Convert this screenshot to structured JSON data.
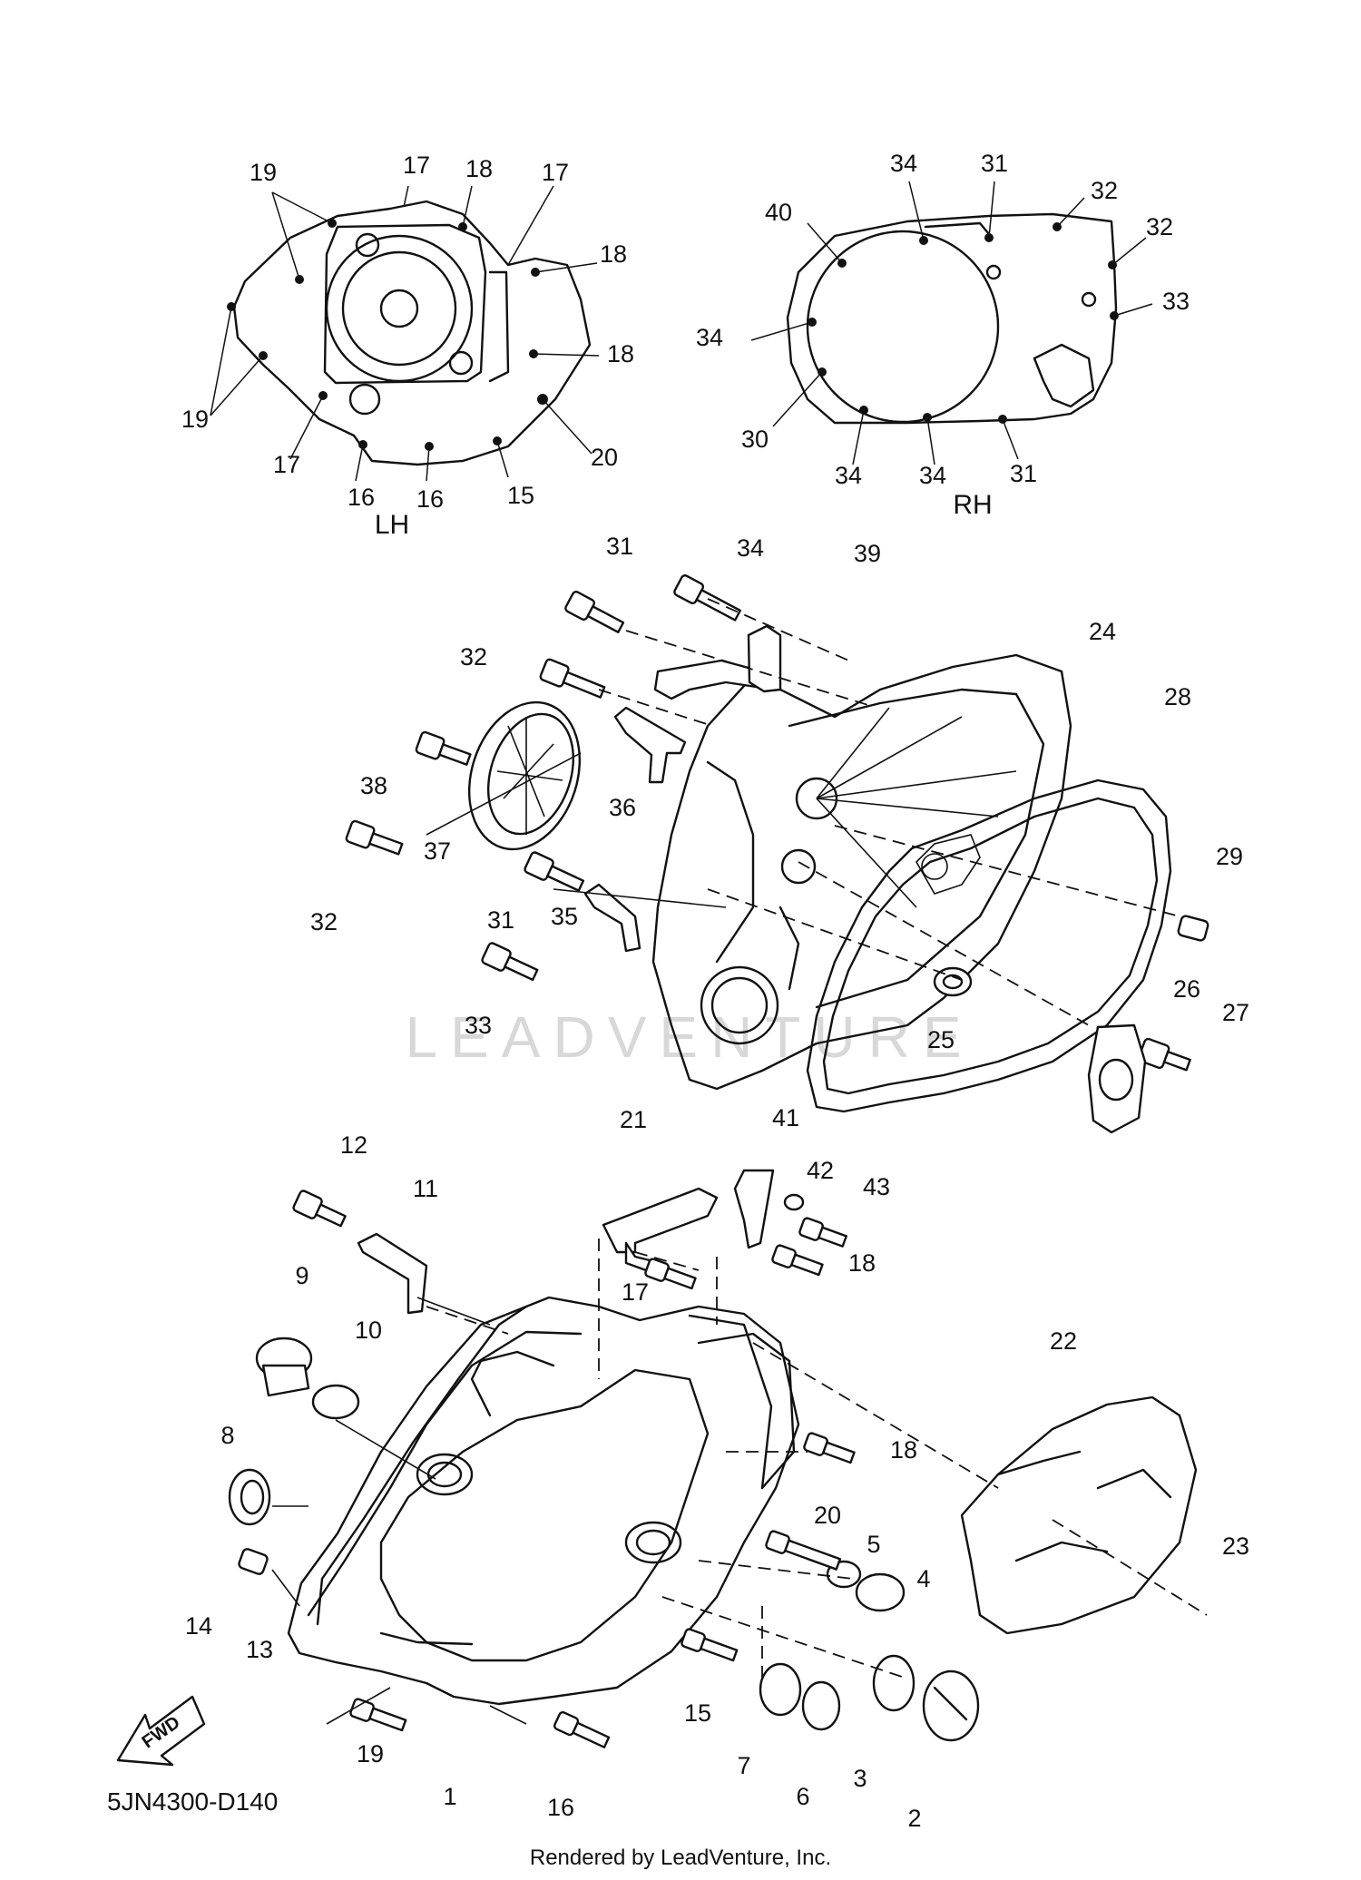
{
  "diagram": {
    "code": "5JN4300-D140",
    "credit": "Rendered by LeadVenture, Inc.",
    "watermark": "LEADVENTURE",
    "fwd_label": "FWD",
    "gasket_views": {
      "lh_label": "LH",
      "rh_label": "RH"
    },
    "callouts": [
      "1",
      "2",
      "3",
      "4",
      "5",
      "6",
      "7",
      "8",
      "9",
      "10",
      "11",
      "12",
      "13",
      "14",
      "15",
      "16",
      "17",
      "18",
      "19",
      "20",
      "21",
      "22",
      "23",
      "24",
      "25",
      "26",
      "27",
      "28",
      "29",
      "30",
      "31",
      "32",
      "33",
      "34",
      "35",
      "36",
      "37",
      "38",
      "39",
      "40",
      "41",
      "42",
      "43"
    ]
  }
}
